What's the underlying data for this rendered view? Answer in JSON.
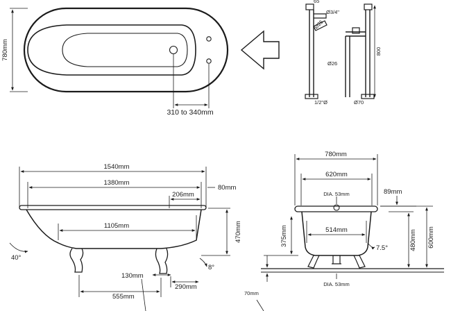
{
  "plan_view": {
    "width_label": "780mm",
    "tap_offset_label": "310 to 340mm"
  },
  "standpipe_view": {
    "label_top": "65",
    "label_thread": "Ø3/4\"",
    "label_valve": "Ø25",
    "label_pipe": "Ø26",
    "label_height": "800",
    "label_inlet": "1/2\"Ø",
    "label_base": "Ø70"
  },
  "side_elevation": {
    "overall_length": "1540mm",
    "inner_length": "1380mm",
    "rim_overhang": "80mm",
    "waste_offset": "206mm",
    "base_length": "1105mm",
    "side_height": "470mm",
    "end_angle": "40°",
    "foot_angle": "8°",
    "foot_width": "130mm",
    "foot_offset": "290mm",
    "foot_spacing": "555mm"
  },
  "end_elevation": {
    "overall_width": "780mm",
    "inner_width": "620mm",
    "waste_dia_top": "DIA. 53mm",
    "rim_depth": "89mm",
    "base_width": "514mm",
    "inner_height": "375mm",
    "bath_height": "480mm",
    "total_height": "600mm",
    "side_angle": "7.5°",
    "waste_dia_bottom": "DIA. 53mm",
    "floor_clearance": "70mm"
  }
}
